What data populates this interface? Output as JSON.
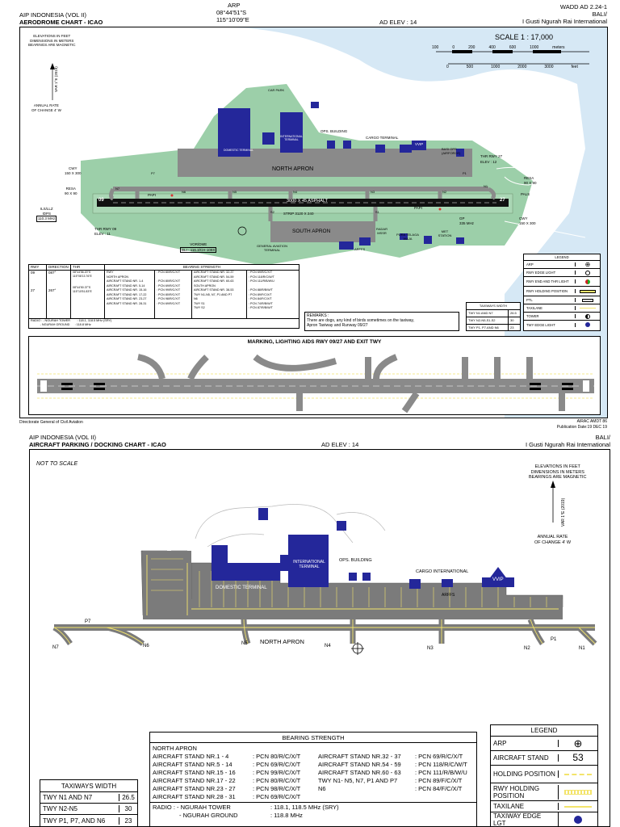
{
  "top": {
    "aip": "AIP INDONESIA (VOL II)",
    "chart_title": "AERODROME CHART - ICAO",
    "arp_label": "ARP",
    "arp_lat": "08°44'51\"S",
    "arp_lon": "115°10'09\"E",
    "ad_elev": "AD ELEV : 14",
    "page_ref": "WADD AD 2.24-1",
    "province": "BALI/",
    "airport": "I Gusti Ngurah Rai International",
    "elev_note": [
      "ELEVATIONS IN FEET",
      "DIMENSIONS IN METERS",
      "BEARINGS ARE MAGNETIC"
    ],
    "var_text": "VAR 1°E (2019)",
    "annual_rate": [
      "ANNUAL RATE",
      "OF CHANGE 4' W"
    ],
    "scale": "SCALE 1 : 17,000",
    "scale_m_ticks": [
      "100",
      "0",
      "200",
      "400",
      "600",
      "1000"
    ],
    "scale_m_unit": "meters",
    "scale_ft_ticks": [
      "0",
      "500",
      "1000",
      "2000",
      "3000"
    ],
    "scale_ft_unit": "feet",
    "labels": {
      "car_park": "CAR PARK",
      "international_terminal": "INTERNATIONAL TERMINAL",
      "domestic_terminal": "DOMESTIC TERMINAL",
      "ops_building": "OPS. BUILDING",
      "cargo_terminal": "CARGO TERMINAL",
      "vvip": "VVIP",
      "basi_ops": "BASI OPS (AIRFORCE)",
      "thr27": "THR RWY 27",
      "elev12": "ELEV : 12",
      "north_apron": "NORTH APRON",
      "runway": "3000 X 45 ASPHALT",
      "rwy09": "09",
      "rwy27": "27",
      "strip": "STRIP 3120 X 240",
      "south_apron": "SOUTH APRON",
      "papi_w": "PAPI",
      "papi_e": "PAPI",
      "cwy_w": "CWY",
      "cwy_w_dim": "150 X 300",
      "resa_w": "RESA",
      "resa_w_dim": "90 X 90",
      "ils": "ILS/LLZ",
      "idps": "IDPS",
      "ils_freq": "110.3 MHz",
      "thr09": "THR RWY 09",
      "elev11": "ELEV : 11",
      "vor": "VOR/DME",
      "vor_freq": "BLI - 116.3/CH-109X",
      "gen_av": "GENERAL AVIATION TERMINAL",
      "arffs": "ARFFS",
      "radar": "RADAR MSSR",
      "pura": "PURA TELAGA WAJA",
      "met": "MET STATION",
      "resa_e": "RESA",
      "resa_e_dim": "90 X 90",
      "pals": "PALS",
      "gp": "GP",
      "gp_freq": "335 MHz",
      "cwy_e": "CWY",
      "cwy_e_dim": "150 X 300",
      "n1": "N1",
      "n2": "N2",
      "n3": "N3",
      "n4": "N4",
      "n5": "N5",
      "n6": "N6",
      "n7": "N7",
      "s1": "S1",
      "s2": "S2",
      "p1": "P1",
      "p7": "P7"
    },
    "rwy_table": {
      "headers": [
        "RWY",
        "DIRECTION",
        "THR",
        "BEARING STRENGTH"
      ],
      "rows": [
        [
          "09",
          "087°",
          "08°44'56.20\"S 115°08'13.76\"E"
        ],
        [
          "27",
          "267°",
          "08°44'50.37\"S 115°10'51.83\"E"
        ]
      ],
      "bearing_col1": [
        "RWY",
        "NORTH APRON",
        "AIRCRAFT STAND NR. 1-4",
        "AIRCRAFT STAND NR. 5-14",
        "AIRCRAFT STAND NR. 15-16",
        "AIRCRAFT STAND NR. 17-22",
        "AIRCRAFT STAND NR. 23-27",
        "AIRCRAFT STAND NR. 28-31"
      ],
      "bearing_col2": [
        ": PCN 80/R/C/X/T",
        "",
        ": PCN 80/R/C/X/T",
        ": PCN 69/R/C/X/T",
        ": PCN 99/R/C/X/T",
        ": PCN 80/R/C/X/T",
        ": PCN 98/R/C/X/T",
        ": PCN 69/R/C/X/T"
      ],
      "bearing_col3": [
        "AIRCRAFT STAND NR. 32-37",
        "AIRCRAFT STAND NR. 54-59",
        "AIRCRAFT STAND NR. 60-63",
        "SOUTH APRON",
        "AIRCRAFT STAND NR. 38-53",
        "TWY N1-N5, N7, P1 AND P7",
        "N6",
        "TWY S1",
        "TWY S2"
      ],
      "bearing_col4": [
        ": PCN 69/R/C/X/T",
        ": PCN 118/R/C/W/T",
        ": PCN 111/R/B/W/U",
        "",
        ": PCN 88/R/B/W/T",
        ": PCN 89/F/C/X/T",
        ": PCN 84/F/C/X/T",
        ": PCN 74/R/B/W/T",
        ": PCN 87/R/B/W/T"
      ],
      "radio": [
        "RADIO : - NGURAH TOWER        : 118.1, 118.5 MHz (SRY)",
        "           - NGURAH GROUND      : 118.8 MHz"
      ]
    },
    "remarks": {
      "title": "REMARKS :",
      "text": [
        "There are dogs, any kind of birds sometimes on the taxiway,",
        "Apron Taxiway and Runway 09/27"
      ]
    },
    "taxiway_width": {
      "title": "TAXIWAYS WIDTH",
      "rows": [
        [
          "TWY N1 AND N7",
          "26.5"
        ],
        [
          "TWY N2-N5,S1,S2",
          "30"
        ],
        [
          "TWY P1, P7,AND N6",
          "23"
        ]
      ]
    },
    "legend": {
      "title": "LEGEND",
      "items": [
        "ARP",
        "RWY EDGE LIGHT",
        "RWY END AND THR LIGHT",
        "RWY HOLDING POSITION",
        "PTL",
        "TAXILANE",
        "TOWER",
        "TWY EDGE LIGHT"
      ]
    },
    "marking_title": "MARKING, LIGHTING AIDS RWY 09/27 AND EXIT TWY",
    "footer_left": "Directorate General of Civil Aviation",
    "footer_right1": "AIRAC AMDT 86",
    "footer_right2": "Publication Date:19 DEC 19"
  },
  "bottom": {
    "aip": "AIP INDONESIA (VOL II)",
    "chart_title": "AIRCRAFT PARKING / DOCKING CHART - ICAO",
    "ad_elev": "AD ELEV : 14",
    "province": "BALI/",
    "airport": "I Gusti Ngurah Rai International",
    "not_to_scale": "NOT TO SCALE",
    "elev_note": [
      "ELEVATIONS IN FEET",
      "DIMENSIONS IN METERS",
      "BEARINGS ARE MAGNETIC"
    ],
    "var_text": "VAR 1°E (2019)",
    "annual_rate": [
      "ANNUAL RATE",
      "OF CHANGE 4' W"
    ],
    "labels": {
      "international_terminal": "INTERNATIONAL TERMINAL",
      "domestic_terminal": "DOMESTIC TERMINAL",
      "ops_building": "OPS. BUILDING",
      "cargo": "CARGO INTERNATIONAL",
      "vvip": "VVIP",
      "arffs": "ARFFS",
      "north_apron": "NORTH APRON",
      "p7": "P7",
      "p1": "P1",
      "n1": "N1",
      "n2": "N2",
      "n3": "N3",
      "n4": "N4",
      "n5": "N5",
      "n6": "N6",
      "n7": "N7"
    },
    "bearing": {
      "title": "BEARING STRENGTH",
      "heading": "NORTH APRON",
      "left": [
        [
          "AIRCRAFT STAND NR.1 - 4",
          ": PCN 80/R/C/X/T"
        ],
        [
          "AIRCRAFT STAND NR.5 - 14",
          ": PCN 69/R/C/X/T"
        ],
        [
          "AIRCRAFT STAND NR.15 - 16",
          ": PCN 99/R/C/X/T"
        ],
        [
          "AIRCRAFT STAND NR.17 - 22",
          ": PCN 80/R/C/X/T"
        ],
        [
          "AIRCRAFT STAND NR.23 - 27",
          ": PCN 98/R/C/X/T"
        ],
        [
          "AIRCRAFT STAND NR.28 - 31",
          ": PCN 69/R/C/X/T"
        ]
      ],
      "right": [
        [
          "AIRCRAFT STAND NR.32 - 37",
          ": PCN 69/R/C/X/T"
        ],
        [
          "AIRCRAFT STAND NR.54 - 59",
          ": PCN 118/R/C/W/T"
        ],
        [
          "AIRCRAFT STAND NR.60 - 63",
          ": PCN 111/R/B/W/U"
        ],
        [
          "TWY N1- N5, N7, P1 AND P7",
          ": PCN 89/F/C/X/T"
        ],
        [
          "N6",
          ": PCN 84/F/C/X/T"
        ]
      ],
      "radio1_a": "RADIO : - NGURAH TOWER",
      "radio1_b": ": 118.1, 118.5 MHz (SRY)",
      "radio2_a": "- NGURAH GROUND",
      "radio2_b": ": 118.8 MHz"
    },
    "taxiway_width": {
      "title": "TAXIWAYS WIDTH",
      "rows": [
        [
          "TWY N1 AND N7",
          "26.5"
        ],
        [
          "TWY N2-N5",
          "30"
        ],
        [
          "TWY P1, P7, AND N6",
          "23"
        ]
      ]
    },
    "legend": {
      "title": "LEGEND",
      "items": [
        "ARP",
        "AIRCRAFT STAND",
        "HOLDING POSITION",
        "RWY HOLDING POSITION",
        "TAXILANE",
        "TAXIWAY EDGE LGT"
      ],
      "stand_number": "53"
    }
  },
  "colors": {
    "sea": "#d6e8f5",
    "grass": "#9ccfa9",
    "pavement": "#8a8a8a",
    "building": "#24279a",
    "taxiway_line": "#f3e46b",
    "apron": "#7b7b7b"
  }
}
